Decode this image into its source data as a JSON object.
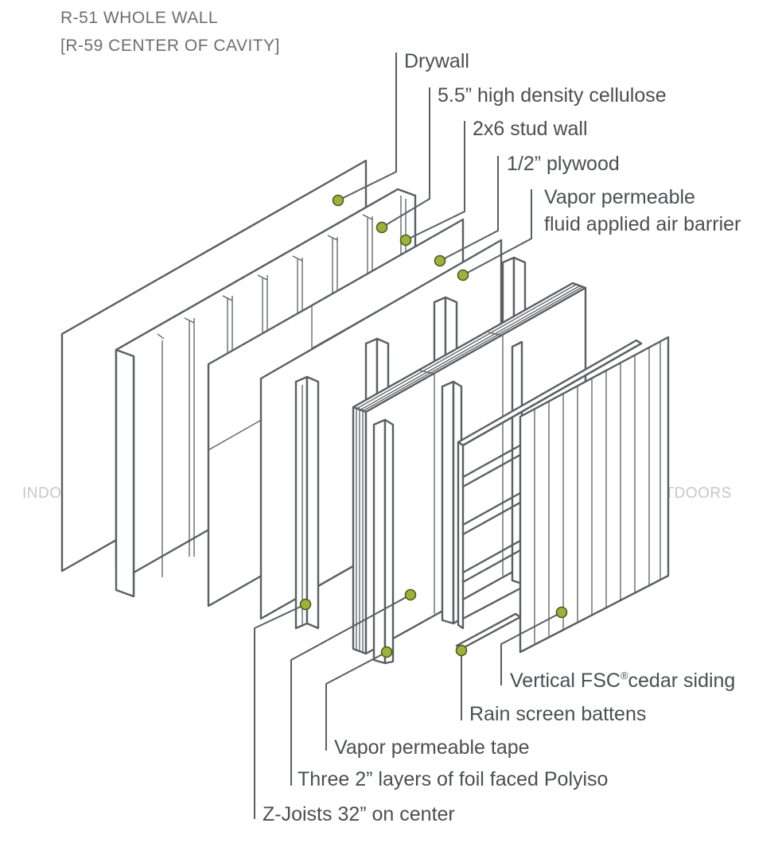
{
  "header": {
    "line1": "R-51 WHOLE WALL",
    "line2": "[R-59 CENTER OF CAVITY]"
  },
  "sides": {
    "indoors": "INDOORS",
    "outdoors": "OUTDOORS"
  },
  "labels": {
    "drywall": "Drywall",
    "cellulose": "5.5” high density cellulose",
    "stud_wall": "2x6 stud wall",
    "plywood": "1/2” plywood",
    "air_barrier_1": "Vapor permeable",
    "air_barrier_2": "fluid applied air barrier",
    "siding_pre": "Vertical FSC",
    "siding_reg": "®",
    "siding_post": "cedar siding",
    "battens": "Rain screen battens",
    "tape": "Vapor permeable tape",
    "polyiso": "Three 2” layers of foil faced Polyiso",
    "zjoists": "Z-Joists 32” on center"
  },
  "colors": {
    "line": "#5a5f62",
    "callout_dot": "#9cb33b",
    "label_text": "#4a4f52",
    "side_text": "#c4c7c9"
  }
}
